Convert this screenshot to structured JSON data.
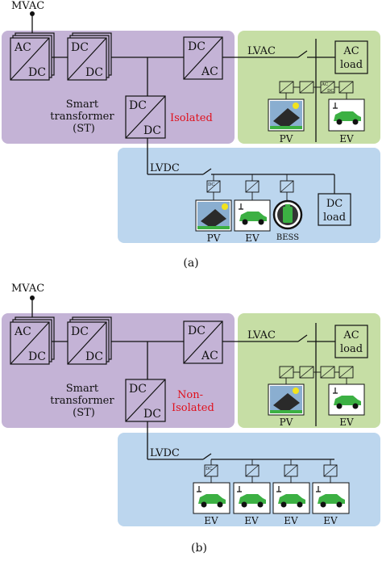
{
  "panel_a": {
    "mvac": "MVAC",
    "conv1_top": "AC",
    "conv1_bottom": "DC",
    "conv2_top": "DC",
    "conv2_bottom": "DC",
    "inv_top": "DC",
    "inv_bottom": "AC",
    "st_line1": "Smart",
    "st_line2": "transformer",
    "st_line3": "(ST)",
    "dcdc_top": "DC",
    "dcdc_bottom": "DC",
    "isolation": "Isolated",
    "lvac": "LVAC",
    "acload_line1": "AC",
    "acload_line2": "load",
    "small_ac": "AC",
    "small_dc": "DC",
    "pv": "PV",
    "ev": "EV",
    "lvdc": "LVDC",
    "bess": "BESS",
    "dcload_line1": "DC",
    "dcload_line2": "load",
    "caption": "(a)"
  },
  "panel_b": {
    "mvac": "MVAC",
    "conv1_top": "AC",
    "conv1_bottom": "DC",
    "conv2_top": "DC",
    "conv2_bottom": "DC",
    "inv_top": "DC",
    "inv_bottom": "AC",
    "st_line1": "Smart",
    "st_line2": "transformer",
    "st_line3": "(ST)",
    "dcdc_top": "DC",
    "dcdc_bottom": "DC",
    "isolation_line1": "Non-",
    "isolation_line2": "Isolated",
    "lvac": "LVAC",
    "acload_line1": "AC",
    "acload_line2": "load",
    "small_dc": "DC",
    "pv": "PV",
    "ev": "EV",
    "lvdc": "LVDC",
    "caption": "(b)"
  },
  "colors": {
    "st_panel": "#c4b3d6",
    "ac_panel": "#c6dea5",
    "dc_panel": "#bcd6ee",
    "isolation_text": "#e0101c",
    "ev_car": "#3cb043",
    "pv_sky": "#8aaed0"
  }
}
